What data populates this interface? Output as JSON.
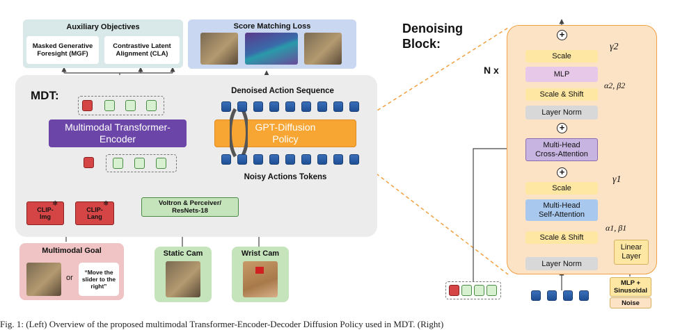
{
  "aux": {
    "title": "Auxiliary Objectives",
    "mgf": "Masked Generative\nForesight (MGF)",
    "cla": "Contrastive Latent\nAlignment (CLA)"
  },
  "score": {
    "title": "Score Matching Loss"
  },
  "mdt": {
    "label": "MDT:",
    "encoder": "Multimodal Transformer-\nEncoder",
    "denoised": "Denoised Action Sequence",
    "policy": "GPT-Diffusion\nPolicy",
    "noisy": "Noisy Actions Tokens",
    "clip_img": "CLIP-\nImg",
    "clip_lang": "CLIP-\nLang",
    "voltron": "Voltron & Perceiver/\nResNets-18",
    "snowflake": "❄"
  },
  "goal": {
    "title": "Multimodal Goal",
    "or": "or",
    "text": "“Move the\nslider to the\nright”"
  },
  "cams": {
    "static": "Static Cam",
    "wrist": "Wrist Cam"
  },
  "block": {
    "title": "Denoising\nBlock:",
    "nx": "N x",
    "scale": "Scale",
    "mlp": "MLP",
    "scale_shift": "Scale & Shift",
    "layer_norm": "Layer Norm",
    "cross_attn": "Multi-Head\nCross-Attention",
    "self_attn": "Multi-Head\nSelf-Attention",
    "linear": "Linear\nLayer",
    "mlp_sin": "MLP +\nSinusoidal",
    "noise": "Noise",
    "gamma2": "γ2",
    "ab2": "α2, β2",
    "gamma1": "γ1",
    "ab1": "α1, β1",
    "plus": "+"
  },
  "caption": "Fig. 1: (Left) Overview of the proposed multimodal Transformer-Encoder-Decoder Diffusion Policy used in MDT. (Right)",
  "colors": {
    "aux_bg": "#d9e8e8",
    "score_bg": "#c9d8f0",
    "mdt_bg": "#ececec",
    "encoder": "#6c45a8",
    "policy": "#f7a533",
    "goal_bg": "#f0c4c4",
    "cam_bg": "#c6e4bc",
    "block_bg": "#fde3c6",
    "block_border": "#f0a040",
    "scale": "#fde7a3",
    "mlp": "#e7c8e8",
    "attn_cross": "#c8b4e0",
    "attn_self": "#a8c8ee"
  }
}
